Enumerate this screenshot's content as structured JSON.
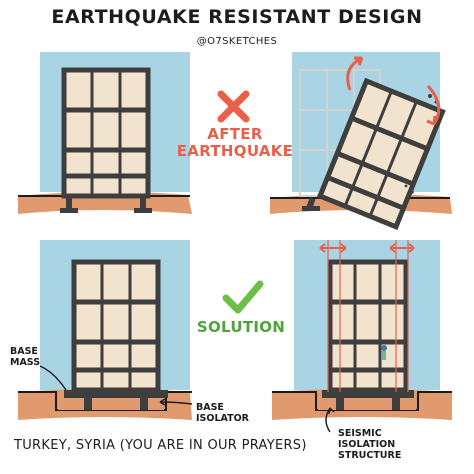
{
  "title": "EARTHQUAKE RESISTANT DESIGN",
  "handle": "@O7SKETCHES",
  "after_label": "AFTER EARTHQUAKE",
  "solution_label": "SOLUTION",
  "annotations": {
    "base_mass": "BASE MASS",
    "base_isolator": "BASE ISOLATOR",
    "seismic_isolation": "SEISMIC ISOLATION STRUCTURE"
  },
  "footer": "TURKEY, SYRIA (YOU ARE IN OUR PRAYERS)",
  "colors": {
    "sky": "#a9d4e3",
    "ground": "#e09a6e",
    "window": "#f1e3cd",
    "frame": "#3e3e3e",
    "red": "#e8604a",
    "green": "#6cc04a"
  }
}
